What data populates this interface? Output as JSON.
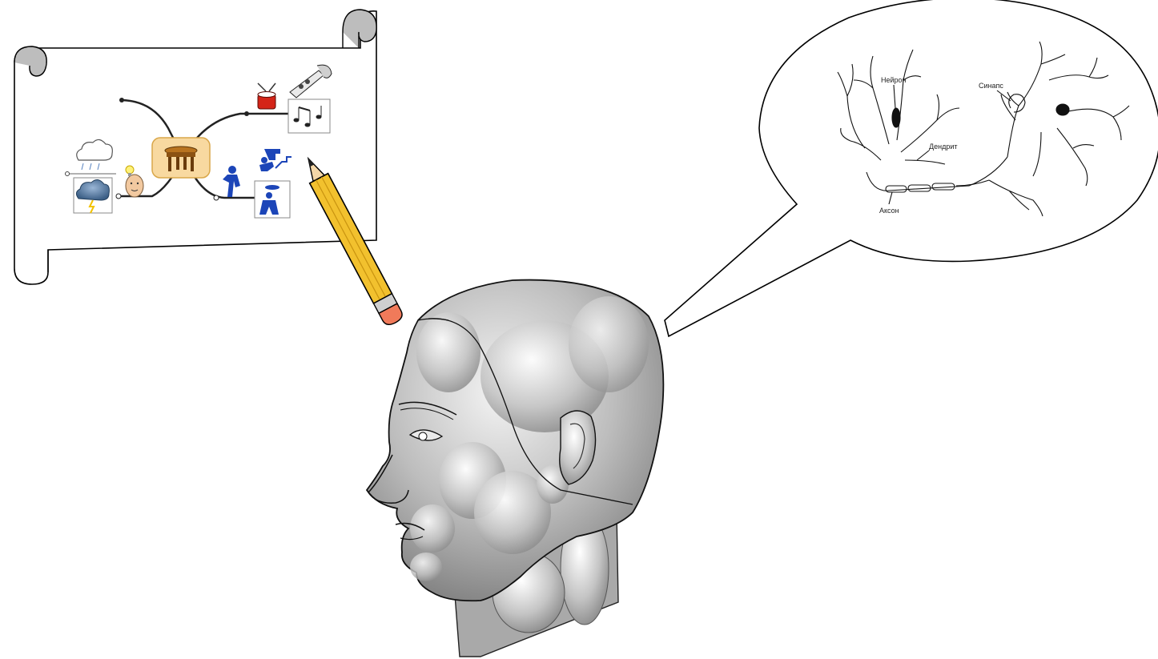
{
  "neuron_labels": {
    "neuron": "Нейрон",
    "synapse": "Синапс",
    "dendrite": "Дендрит",
    "axon": "Аксон"
  },
  "colors": {
    "pencil_body": "#f2c12e",
    "pencil_eraser": "#f07a5a",
    "mindmap_center": "#f8d9a0",
    "mindmap_center_border": "#d9a74a",
    "figure_blue": "#1c45b8",
    "head_gray": "#b8b8b8"
  },
  "icons": {
    "scroll": "scroll-icon",
    "pencil": "pencil-icon",
    "head": "human-head-icon",
    "neuron": "neuron-icon"
  }
}
